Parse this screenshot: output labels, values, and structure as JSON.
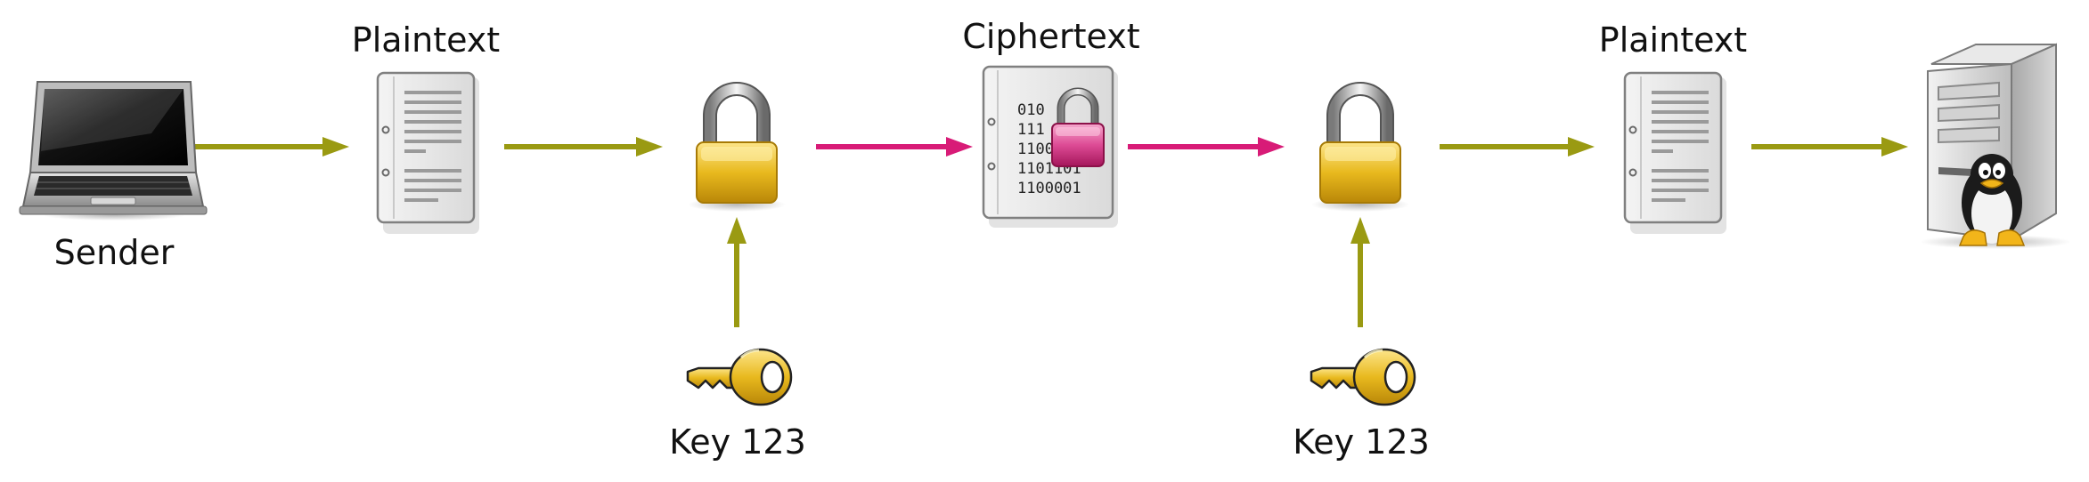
{
  "labels": {
    "sender": "Sender",
    "plaintext_left": "Plaintext",
    "ciphertext": "Ciphertext",
    "plaintext_right": "Plaintext",
    "key_left": "Key 123",
    "key_right": "Key 123"
  },
  "ciphertext_bits": [
    "010",
    "111",
    "1100110",
    "1101101",
    "1100001"
  ],
  "icons": {
    "sender": "laptop-icon",
    "plaintext": "document-icon",
    "encrypt": "padlock-icon",
    "ciphertext": "locked-document-icon",
    "decrypt": "padlock-icon",
    "receiver": "server-icon",
    "key": "key-icon"
  },
  "colors": {
    "plain_flow": "#9a9a12",
    "cipher_flow": "#d81b77",
    "lock_gold": "#e8b91e",
    "key_gold": "#f2cd1e"
  }
}
